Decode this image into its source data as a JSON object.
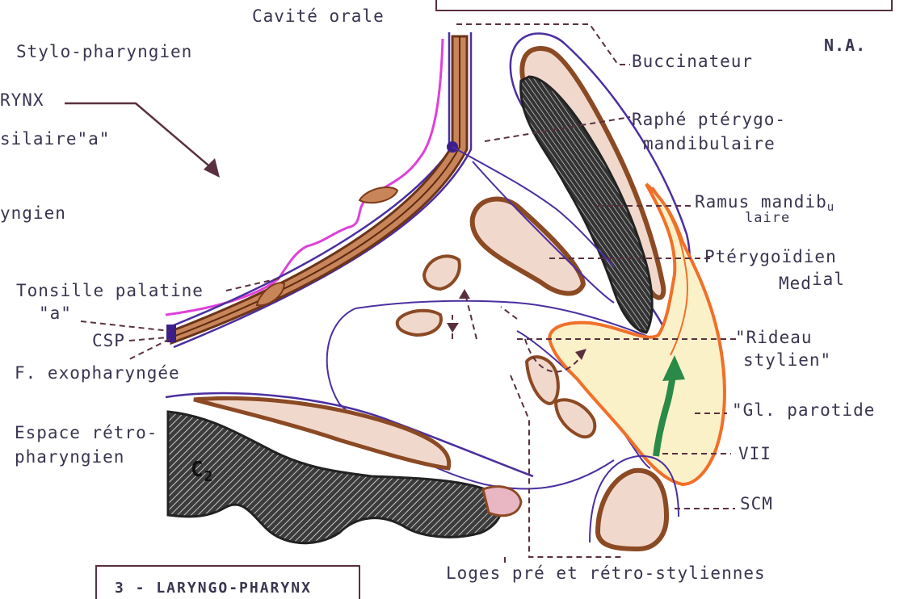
{
  "corner_mark": "N.A.",
  "bottom_box_text": "3 - LARYNGO-PHARYNX",
  "labels": {
    "cavite_orale": "Cavité orale",
    "stylo_pharyngien": "Stylo-pharyngien",
    "rynx": "RYNX",
    "silaire_a": "silaire\"a\"",
    "yngien": "yngien",
    "tonsille_palatine": "Tonsille palatine",
    "a_mark": "\"a\"",
    "csp": "CSP",
    "f_exopharyngee": "F. exopharyngée",
    "espace_retro_1": "Espace rétro-",
    "espace_retro_2": "pharyngien",
    "c2": "C",
    "c2_sub": "2",
    "buccinateur": "Buccinateur",
    "raphe_1": "Raphé ptérygo-",
    "raphe_2": "mandibulaire",
    "ramus_1": "Ramus mandib",
    "ramus_1b": "u",
    "ramus_2": "laire",
    "pterygoidien_1": "Ptérygoïdien",
    "pterygoidien_2": "Med",
    "pterygoidien_2b": "ial",
    "rideau_1": "\"Rideau",
    "rideau_2": "stylien\"",
    "gl_parotide": "\"Gl. parotide",
    "vii": "VII",
    "scm": "SCM",
    "loges": "Loges pré et rétro-styliennes"
  },
  "colors": {
    "outline": "#4b2fa0",
    "muscle": "#8b4a24",
    "muscle_fill": "#f1d8cc",
    "bone": "#3c3c3c",
    "pink": "#e040d8",
    "orange": "#f0702a",
    "parotid_fill": "#fbf1c8",
    "nerve": "#2a8a48",
    "leader": "#5a3040"
  }
}
